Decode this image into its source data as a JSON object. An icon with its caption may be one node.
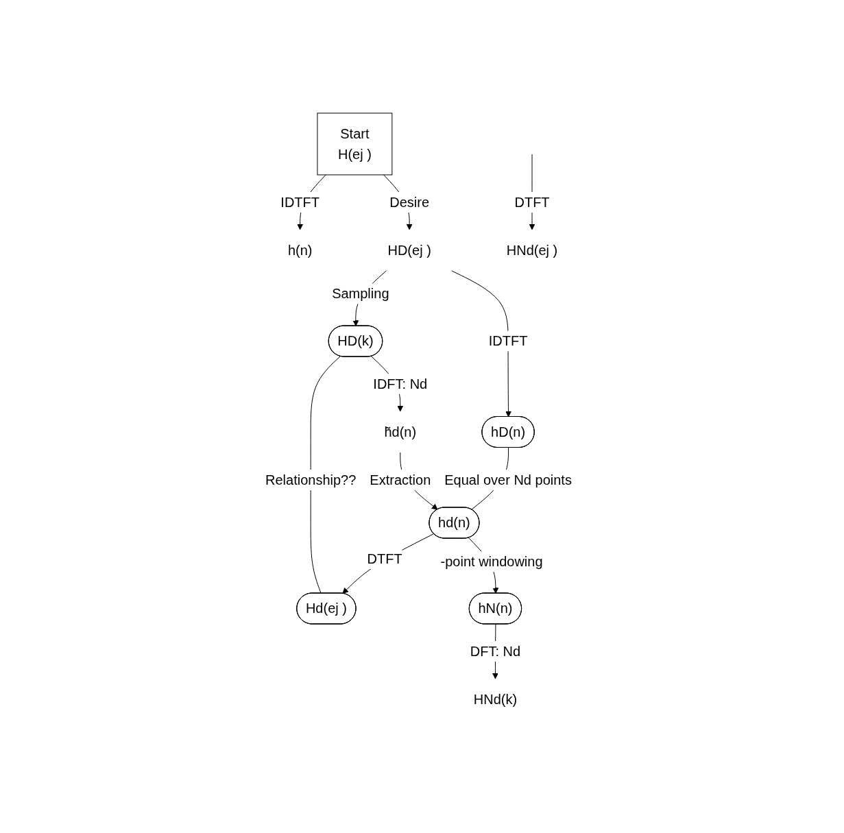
{
  "diagram": {
    "nodes": [
      {
        "text": [
          "Start",
          "H(ej )"
        ]
      },
      {
        "text": [
          "h(n)"
        ]
      },
      {
        "text": [
          "hD(n)"
        ]
      },
      {
        "text": [
          "HD(ej )"
        ]
      },
      {
        "text": [
          "h̃d(n)"
        ]
      },
      {
        "text": [
          "HD(k)"
        ]
      },
      {
        "text": [
          "hd(n)"
        ]
      },
      {
        "text": [
          "Hd(ej )"
        ]
      },
      {
        "text": [
          "hN(n)"
        ]
      },
      {
        "text": [
          "HNd(k)"
        ]
      },
      {
        "text": [
          "HNd(ej )"
        ]
      }
    ],
    "edges": [
      {
        "from": 0,
        "to": 1,
        "arrow": "to",
        "label": "IDTFT"
      },
      {
        "from": 0,
        "to": 3,
        "arrow": "to",
        "label": "Desire"
      },
      {
        "from": 3,
        "to": 2,
        "arrow": "to",
        "label": "IDTFT"
      },
      {
        "from": 3,
        "to": 5,
        "arrow": "to",
        "label": "Sampling"
      },
      {
        "from": 5,
        "to": 4,
        "arrow": "to",
        "label": "IDFT: Nd"
      },
      {
        "from": 4,
        "to": 6,
        "arrow": "to",
        "label": "Extraction"
      },
      {
        "from": 2,
        "to": 6,
        "arrow": "none",
        "label": "Equal over Nd points"
      },
      {
        "from": 5,
        "to": 7,
        "arrow": "none",
        "label": "Relationship??"
      },
      {
        "from": 6,
        "to": 7,
        "arrow": "to",
        "label": "DTFT"
      },
      {
        "from": 6,
        "to": 8,
        "arrow": "to",
        "label": "-point windowing"
      },
      {
        "from": 8,
        "to": 9,
        "arrow": "to",
        "label": "DFT: Nd"
      },
      {
        "from": null,
        "to": 10,
        "arrow": "to",
        "label": "DTFT"
      }
    ]
  }
}
